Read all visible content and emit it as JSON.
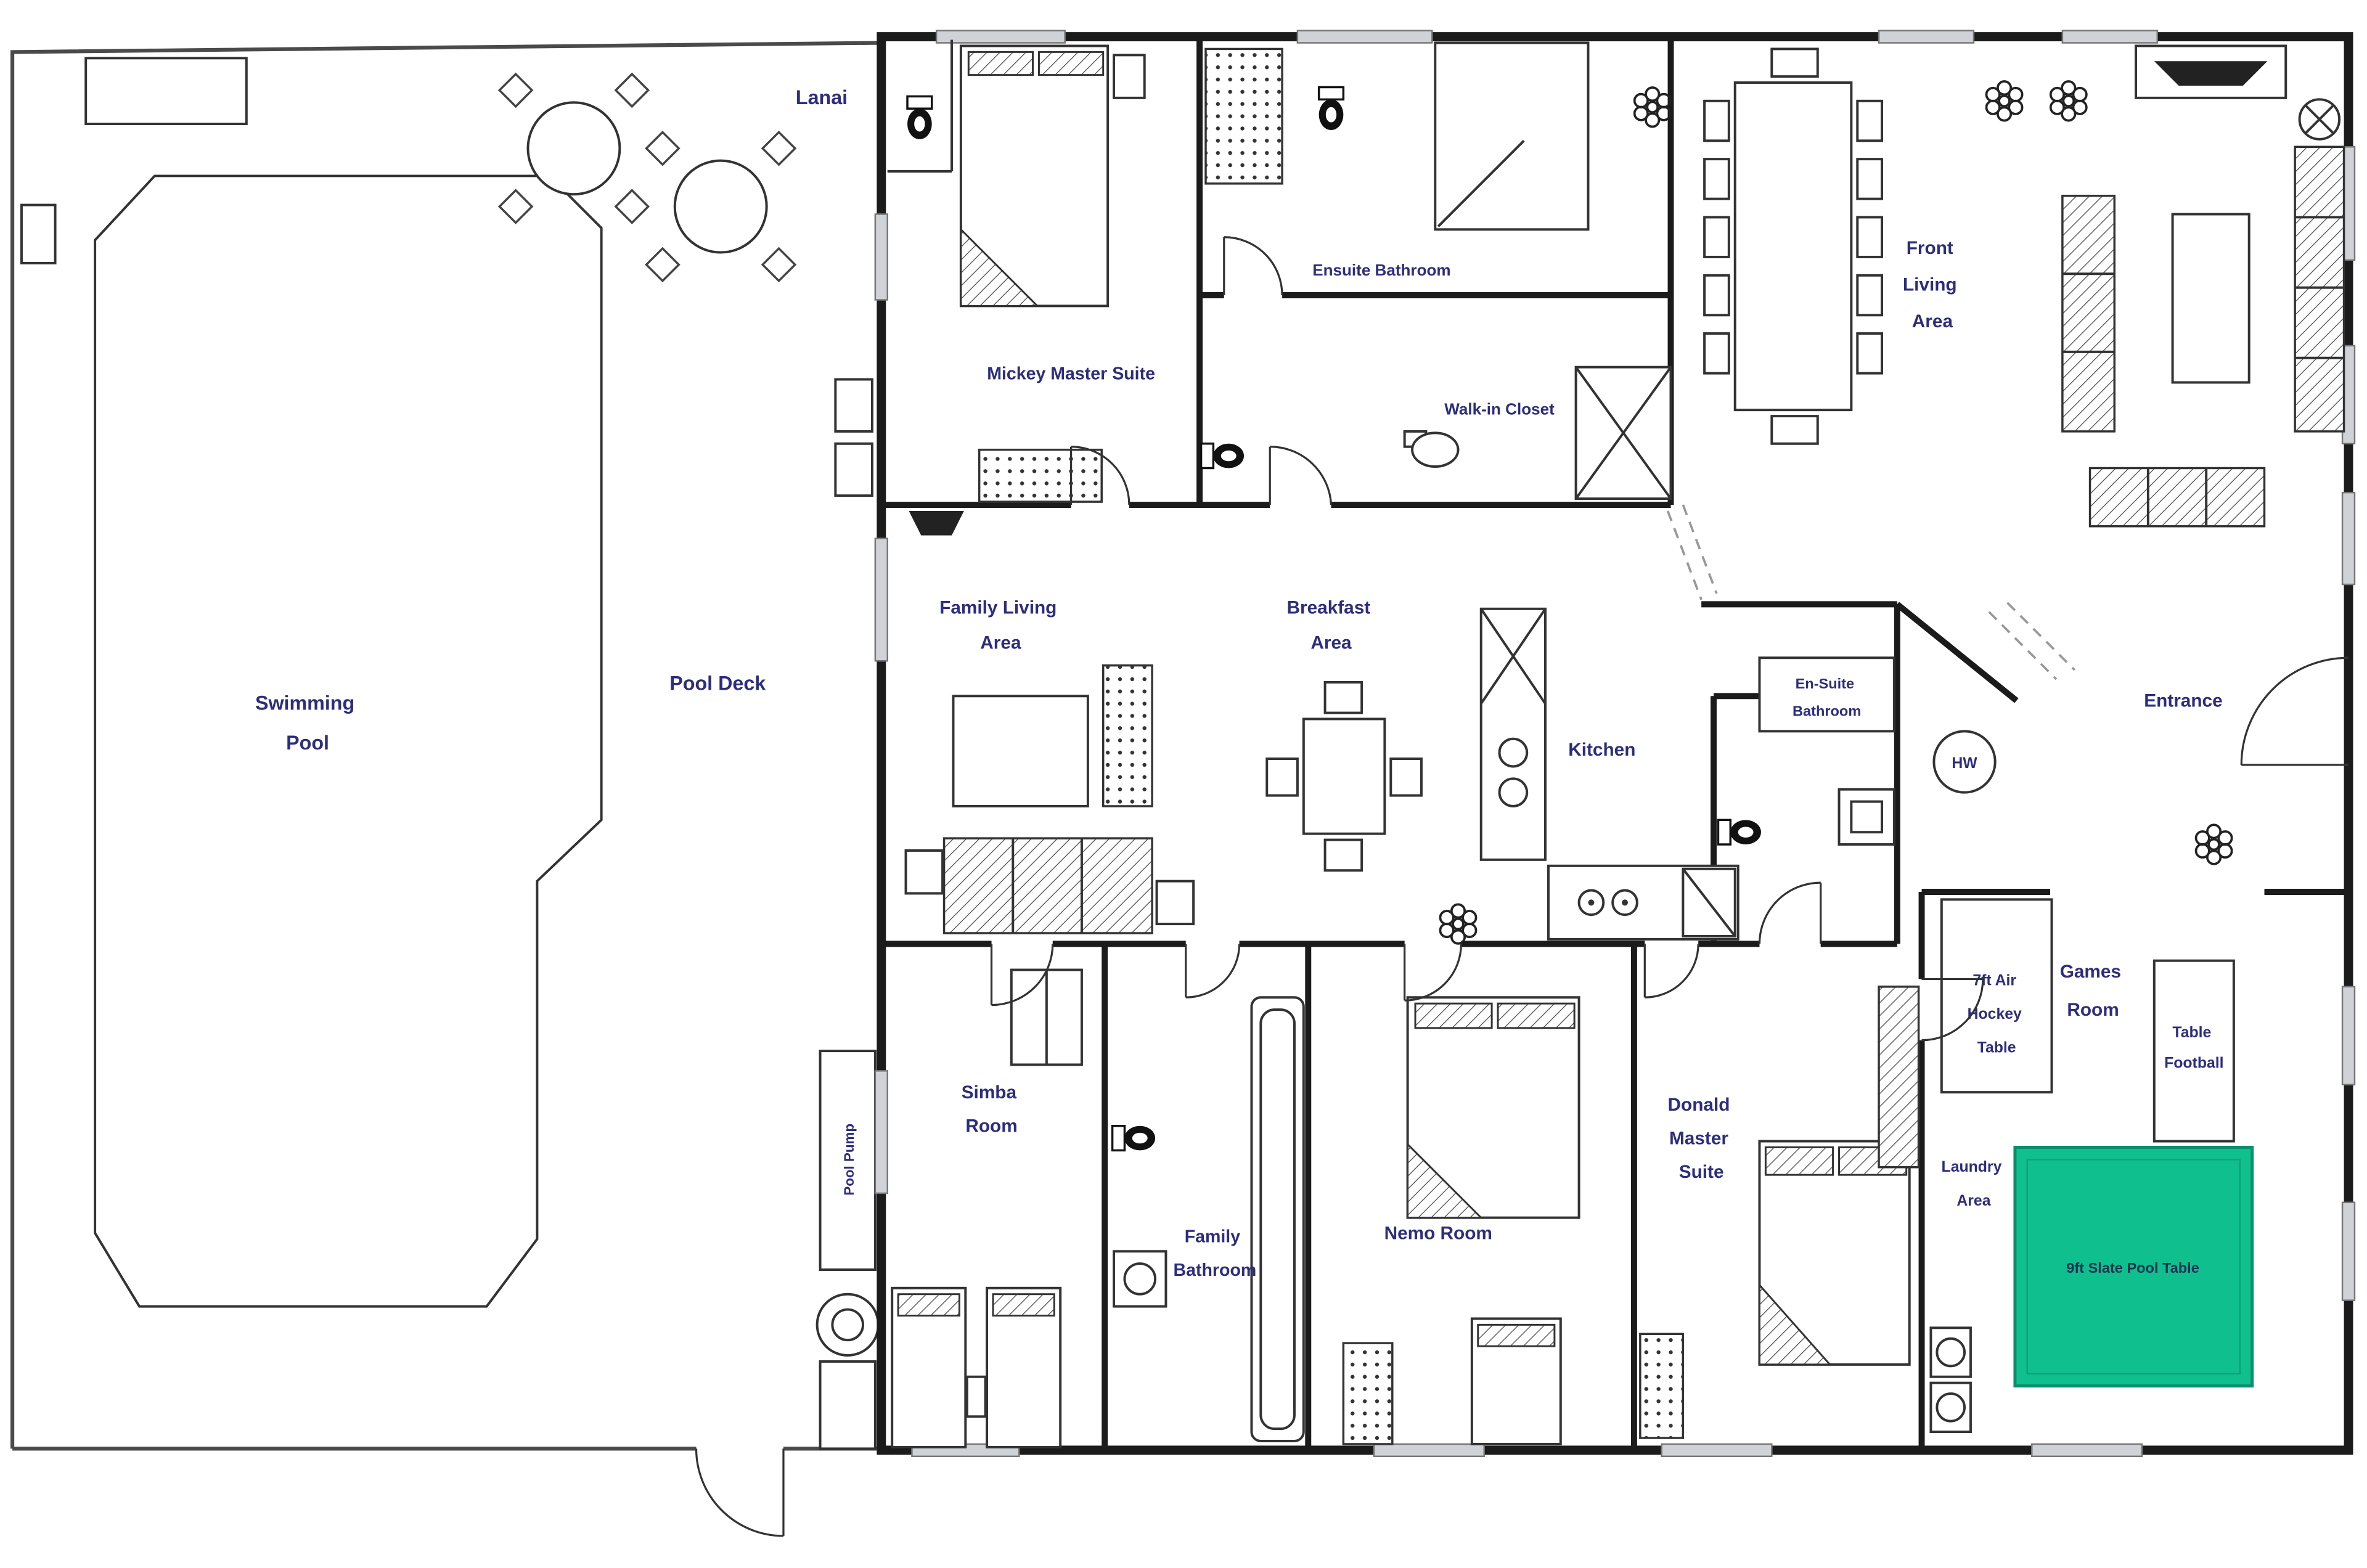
{
  "colors": {
    "wall": "#1b1b1b",
    "room_label": "#2d2d7d",
    "pool_table_green": "#10bf8e"
  },
  "outdoor": {
    "lanai_label": "Lanai",
    "swimming_pool": {
      "lines": [
        "Swimming",
        "Pool"
      ]
    },
    "pool_deck_label": "Pool Deck",
    "pool_pump_label": "Pool Pump"
  },
  "rooms": {
    "mickey_master_suite": {
      "label": "Mickey Master Suite"
    },
    "ensuite_bathroom": {
      "label": "Ensuite Bathroom"
    },
    "walk_in_closet": {
      "label": "Walk-in Closet"
    },
    "front_living_area": {
      "lines": [
        "Front",
        "Living",
        "Area"
      ]
    },
    "family_living_area": {
      "lines": [
        "Family Living",
        "Area"
      ]
    },
    "breakfast_area": {
      "lines": [
        "Breakfast",
        "Area"
      ]
    },
    "kitchen": {
      "label": "Kitchen"
    },
    "en_suite_bathroom": {
      "lines": [
        "En-Suite",
        "Bathroom"
      ]
    },
    "entrance": {
      "label": "Entrance"
    },
    "games_room": {
      "lines": [
        "Games",
        "Room"
      ]
    },
    "laundry_area": {
      "lines": [
        "Laundry",
        "Area"
      ]
    },
    "donald_master_suite": {
      "lines": [
        "Donald",
        "Master",
        "Suite"
      ]
    },
    "nemo_room": {
      "label": "Nemo Room"
    },
    "family_bathroom": {
      "lines": [
        "Family",
        "Bathroom"
      ]
    },
    "simba_room": {
      "lines": [
        "Simba",
        "Room"
      ]
    }
  },
  "fixtures": {
    "hot_water_label": "HW",
    "air_hockey_table": {
      "lines": [
        "7ft Air",
        "Hockey",
        "Table"
      ]
    },
    "table_football": {
      "lines": [
        "Table",
        "Football"
      ]
    },
    "pool_table_label": "9ft Slate Pool Table"
  }
}
